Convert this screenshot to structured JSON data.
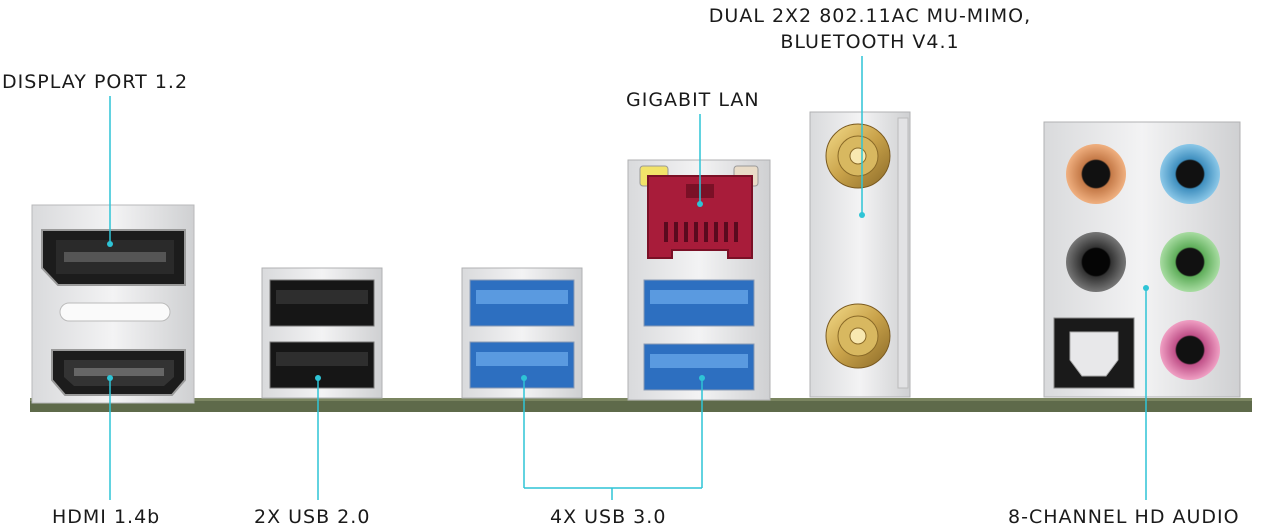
{
  "labels": {
    "display_port": "DISPLAY PORT 1.2",
    "wifi_line1": "DUAL 2X2 802.11AC MU-MIMO,",
    "wifi_line2": "BLUETOOTH V4.1",
    "gigabit_lan": "GIGABIT LAN",
    "hdmi": "HDMI 1.4b",
    "usb2": "2X USB 2.0",
    "usb3": "4X USB 3.0",
    "audio": "8-CHANNEL HD AUDIO"
  },
  "colors": {
    "callout_line": "#2ec4d6",
    "usb3_blue": "#2d6fc0",
    "lan_red": "#a81c3a",
    "board_green": "#5e6a4a",
    "audio_orange": "#e8a070",
    "audio_blue": "#6fb6dc",
    "audio_green": "#8fcf8a",
    "audio_pink": "#e07aa8",
    "antenna_gold": "#c9a24a"
  }
}
